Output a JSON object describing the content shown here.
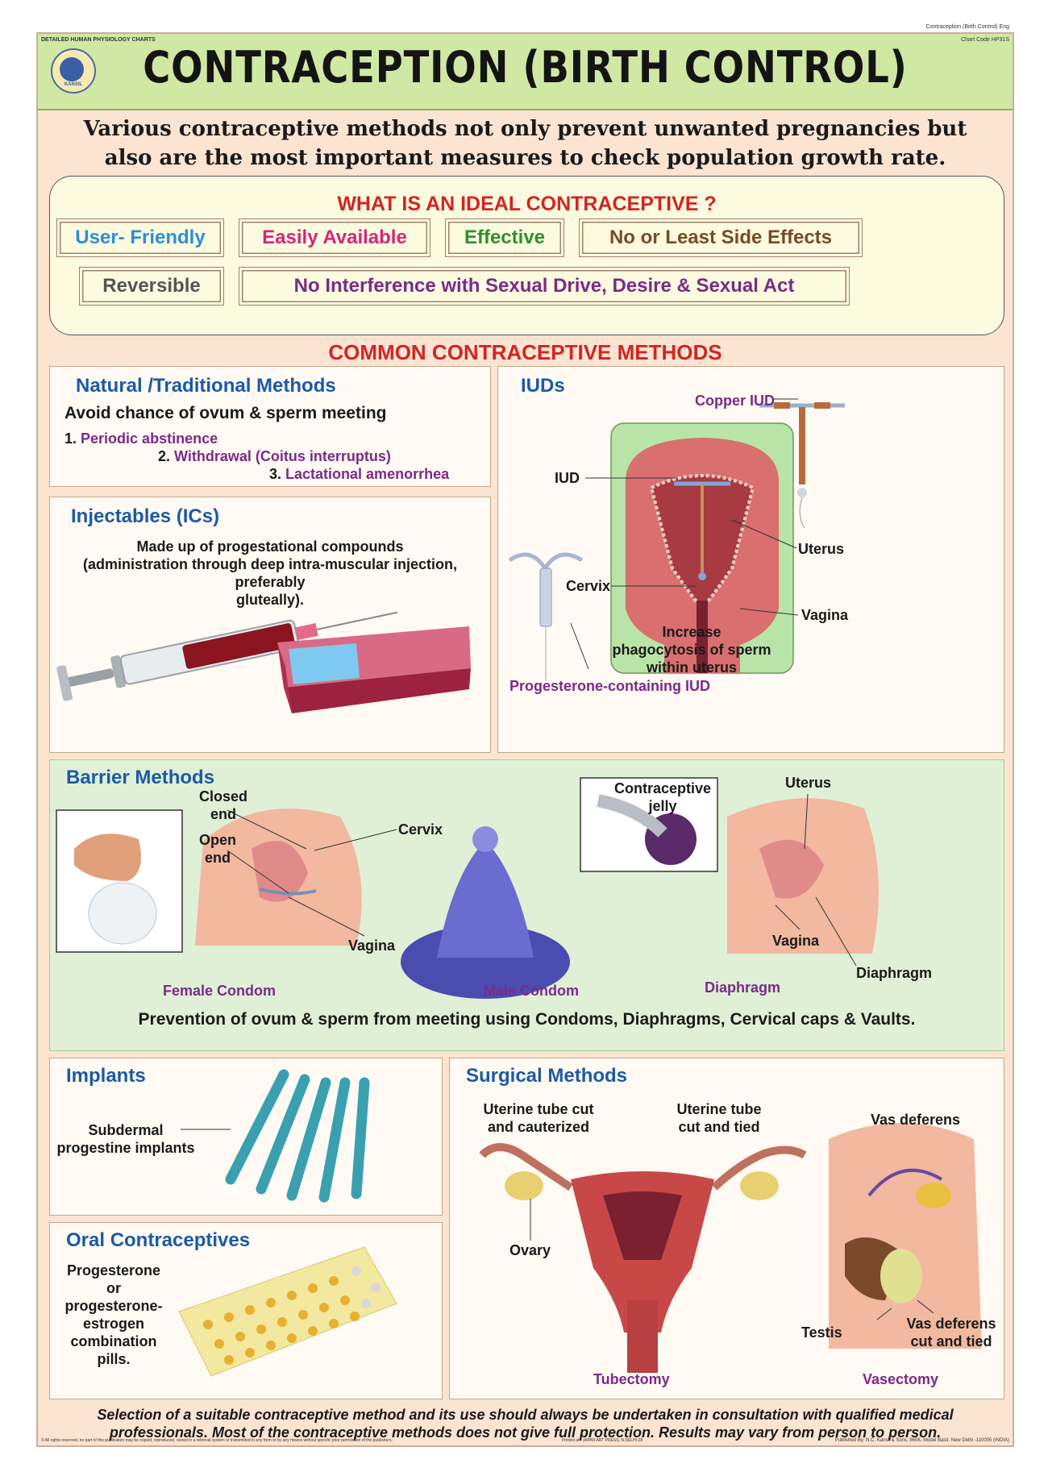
{
  "header": {
    "series_label": "DETAILED HUMAN PHYSIOLOGY CHARTS",
    "top_right_label": "Contraception (Birth Control) Eng",
    "chart_code": "Chart Code HP31S",
    "title": "CONTRACEPTION (BIRTH CONTROL)",
    "logo_text": "KANSIL"
  },
  "intro": {
    "line1": "Various contraceptive methods not only prevent unwanted pregnancies but",
    "line2": "also are the most important measures to check population growth rate."
  },
  "ideal": {
    "heading": "WHAT IS AN IDEAL CONTRACEPTIVE ?",
    "qualities": {
      "user_friendly": "User- Friendly",
      "easily_available": "Easily Available",
      "effective": "Effective",
      "side_effects": "No or Least Side Effects",
      "reversible": "Reversible",
      "no_interference": "No Interference with Sexual Drive, Desire & Sexual Act"
    },
    "colors": {
      "user_friendly": "#2a8fd8",
      "easily_available": "#d4267a",
      "effective": "#2f8f2f",
      "side_effects": "#7a4a2a",
      "reversible": "#555555",
      "no_interference": "#7b2a8a"
    }
  },
  "methods_heading": "COMMON CONTRACEPTIVE METHODS",
  "natural": {
    "title": "Natural /Traditional Methods",
    "subtitle": "Avoid chance of ovum & sperm meeting",
    "items": [
      {
        "num": "1.",
        "text": "Periodic abstinence"
      },
      {
        "num": "2.",
        "text": "Withdrawal (Coitus interruptus)"
      },
      {
        "num": "3.",
        "text": "Lactational amenorrhea"
      }
    ]
  },
  "injectables": {
    "title": "Injectables (ICs)",
    "line1": "Made up of progestational compounds",
    "line2": "(administration through deep intra-muscular injection, preferably",
    "line3": "gluteally)."
  },
  "iuds": {
    "title": "IUDs",
    "copper_iud": "Copper IUD",
    "iud": "IUD",
    "uterus": "Uterus",
    "cervix": "Cervix",
    "vagina": "Vagina",
    "caption1": "Increase",
    "caption2": "phagocytosis of sperm",
    "caption3": "within uterus",
    "progesterone_iud": "Progesterone-containing IUD"
  },
  "barrier": {
    "title": "Barrier Methods",
    "closed_end1": "Closed",
    "closed_end2": "end",
    "open_end1": "Open",
    "open_end2": "end",
    "cervix": "Cervix",
    "vagina": "Vagina",
    "female_condom": "Female Condom",
    "male_condom": "Male Condom",
    "jelly1": "Contraceptive",
    "jelly2": "jelly",
    "uterus": "Uterus",
    "vagina2": "Vagina",
    "diaphragm_label": "Diaphragm",
    "diaphragm_caption": "Diaphragm",
    "summary": "Prevention of ovum & sperm from meeting using Condoms, Diaphragms, Cervical caps & Vaults."
  },
  "implants": {
    "title": "Implants",
    "label1": "Subdermal",
    "label2": "progestine implants"
  },
  "oral": {
    "title": "Oral Contraceptives",
    "l1": "Progesterone",
    "l2": "or",
    "l3": "progesterone-",
    "l4": "estrogen",
    "l5": "combination",
    "l6": "pills."
  },
  "surgical": {
    "title": "Surgical Methods",
    "cut_cauterized1": "Uterine tube cut",
    "cut_cauterized2": "and cauterized",
    "cut_tied1": "Uterine tube",
    "cut_tied2": "cut and tied",
    "ovary": "Ovary",
    "tubectomy": "Tubectomy",
    "vas_deferens": "Vas deferens",
    "testis": "Testis",
    "vas_cut1": "Vas deferens",
    "vas_cut2": "cut and tied",
    "vasectomy": "Vasectomy"
  },
  "footer": {
    "line1": "Selection of a suitable contraceptive method and its use should always be undertaken in consultation with qualified medical",
    "line2": "professionals. Most of the contraceptive methods does not give full protection. Results may vary from person to person.",
    "rights": "© All rights reserved, no part of this publication may be copied, reproduced, stored in a retrieval system or transmitted in any form or by any means without specific prior permission of the publishers.",
    "printed": "Printed at : JAPAN ART PRESS, N.DELHI-28",
    "published": "Published By: N.C. Kansil & Sons, 8606, Model Basti, New Delhi -110005 (INDIA)"
  }
}
